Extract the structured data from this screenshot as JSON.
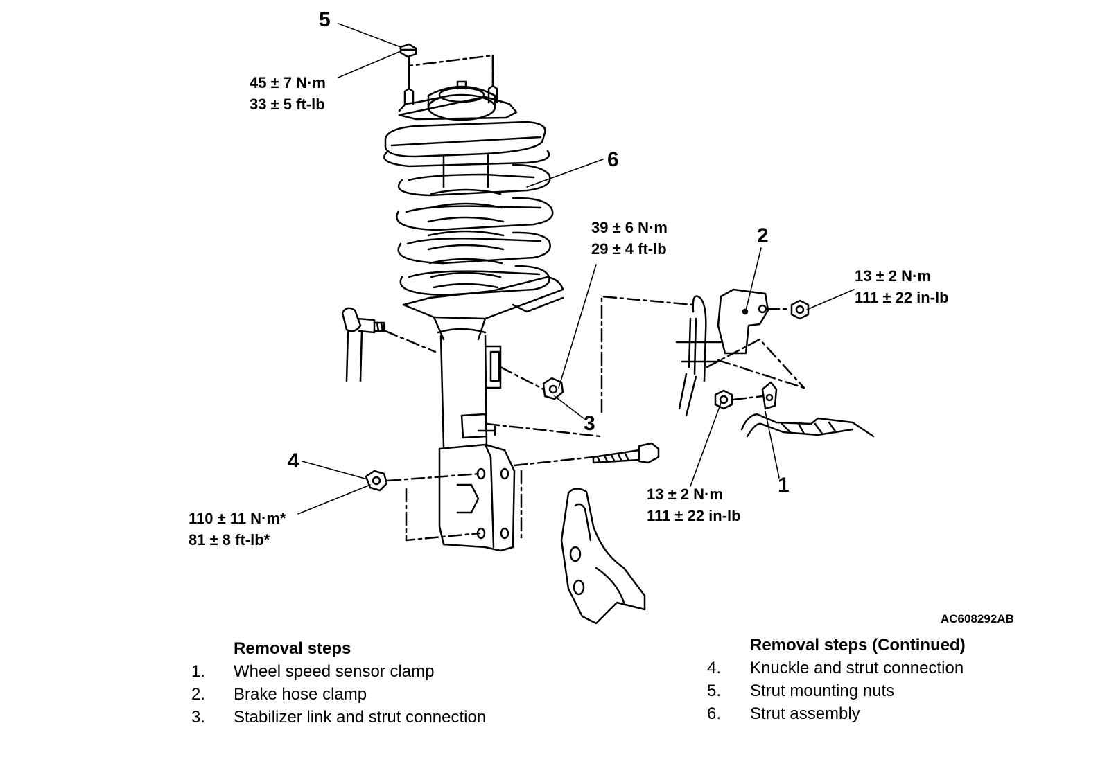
{
  "callouts": {
    "c1": "1",
    "c2": "2",
    "c3": "3",
    "c4": "4",
    "c5": "5",
    "c6": "6"
  },
  "torques": {
    "t5": {
      "nm": "45 ± 7 N·m",
      "imperial": "33 ± 5 ft-lb"
    },
    "t3": {
      "nm": "39 ± 6 N·m",
      "imperial": "29 ± 4 ft-lb"
    },
    "t2": {
      "nm": "13 ± 2 N·m",
      "imperial": "111 ± 22 in-lb"
    },
    "t1": {
      "nm": "13 ± 2 N·m",
      "imperial": "111 ± 22 in-lb"
    },
    "t4": {
      "nm": "110 ± 11 N·m*",
      "imperial": "81 ± 8 ft-lb*"
    }
  },
  "figure_id": "AC608292AB",
  "removal_steps": {
    "heading": "Removal steps",
    "items": [
      {
        "num": "1.",
        "text": "Wheel speed sensor clamp"
      },
      {
        "num": "2.",
        "text": "Brake hose clamp"
      },
      {
        "num": "3.",
        "text": "Stabilizer link and strut connection"
      }
    ]
  },
  "removal_steps_continued": {
    "heading": "Removal steps (Continued)",
    "items": [
      {
        "num": "4.",
        "text": "Knuckle and strut connection"
      },
      {
        "num": "5.",
        "text": "Strut mounting nuts"
      },
      {
        "num": "6.",
        "text": "Strut assembly"
      }
    ]
  }
}
